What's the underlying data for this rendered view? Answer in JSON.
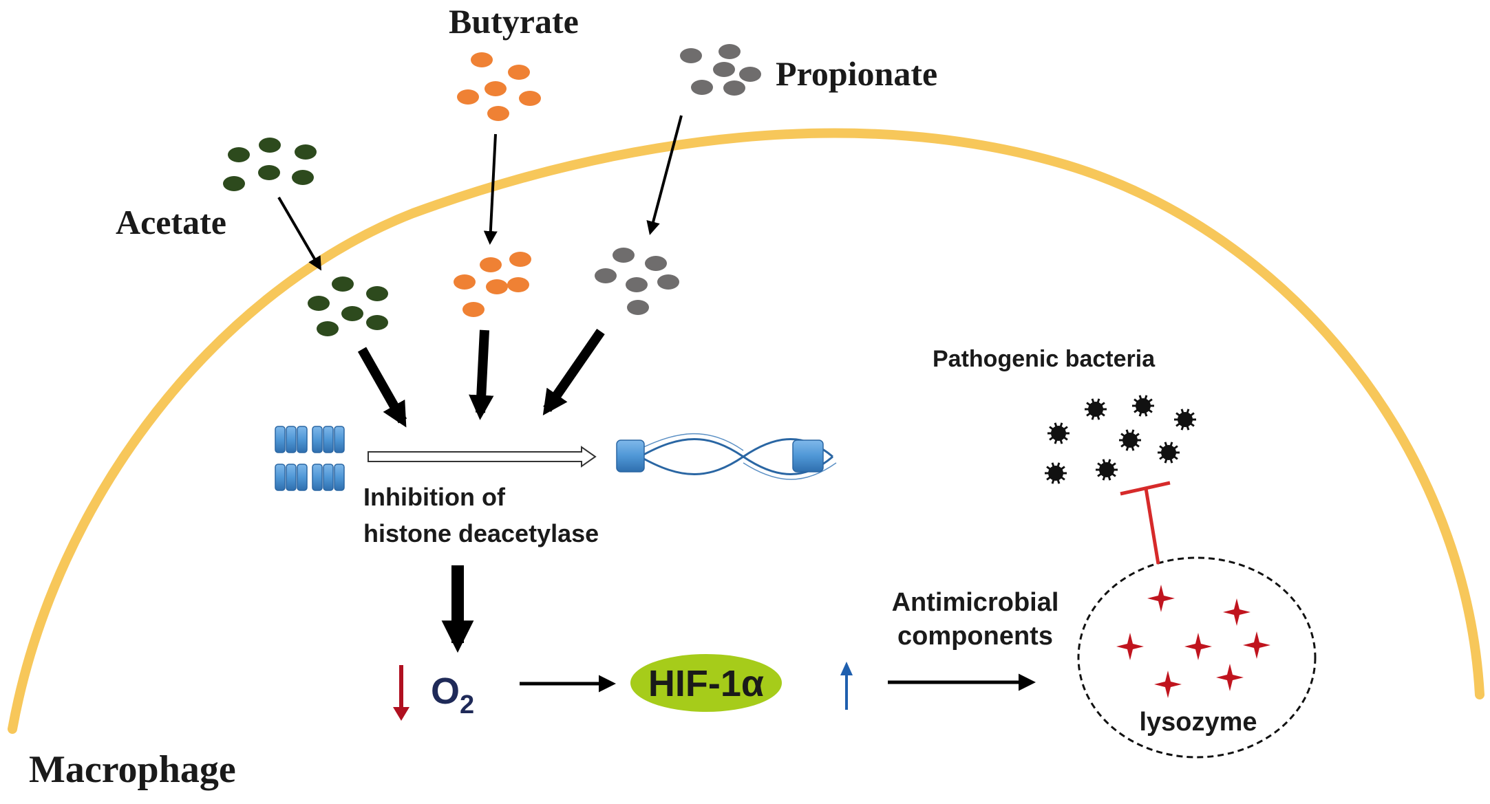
{
  "labels": {
    "butyrate": "Butyrate",
    "propionate": "Propionate",
    "acetate": "Acetate",
    "macrophage": "Macrophage",
    "pathogenic_bacteria": "Pathogenic bacteria",
    "inhibition_line1": "Inhibition of",
    "inhibition_line2": "histone deacetylase",
    "o2_base": "O",
    "o2_sub": "2",
    "hif": "HIF-1α",
    "antimicrobial_line1": "Antimicrobial",
    "antimicrobial_line2": "components",
    "lysozyme": "lysozyme"
  },
  "colors": {
    "membrane": "#f7c75a",
    "acetate": "#2d4a1d",
    "butyrate": "#ef8134",
    "propionate": "#6f6d6d",
    "histone": "#4f97d6",
    "hif_fill": "#a6cc1a",
    "arrow": "#000000",
    "decrease_arrow": "#b01020",
    "increase_arrow": "#1f5fae",
    "inhibit": "#d62a2a",
    "lysozyme_star": "#c0141e",
    "bacteria": "#111111"
  },
  "icons": {
    "histone_condensed": "condensed-chromatin-icon",
    "histone_relaxed": "relaxed-chromatin-icon",
    "bacteria": "bacteria-icon",
    "lysozyme": "lysozyme-star-icon"
  }
}
